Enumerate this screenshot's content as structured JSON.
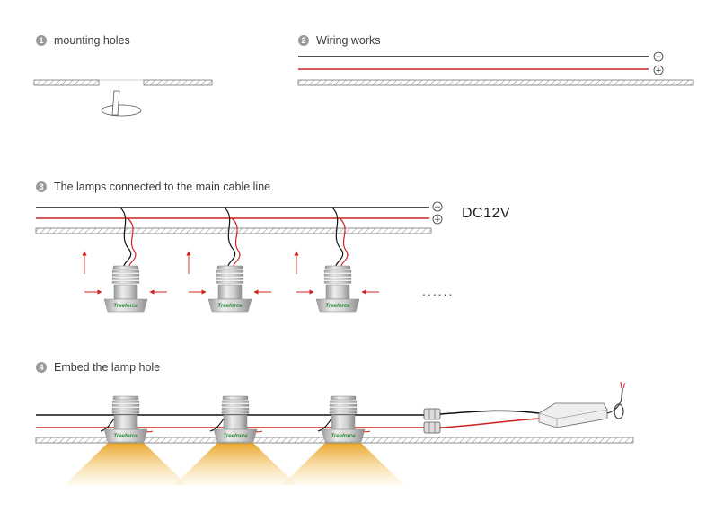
{
  "steps": [
    {
      "num": "1",
      "label": "mounting holes"
    },
    {
      "num": "2",
      "label": "Wiring works"
    },
    {
      "num": "3",
      "label": "The lamps connected to the main cable line"
    },
    {
      "num": "4",
      "label": "Embed the lamp hole"
    }
  ],
  "polarity": {
    "negative": "−",
    "positive": "+"
  },
  "voltage_label": "DC12V",
  "lamp_brand": "Treeforce",
  "continuation": "......",
  "colors": {
    "negative_wire": "#111111",
    "positive_wire": "#cc2222",
    "ceiling_hatch": "#777777",
    "lamp_body": "#c8c8c8",
    "light_beam": "#f0b030",
    "arrow": "#cc2222"
  }
}
